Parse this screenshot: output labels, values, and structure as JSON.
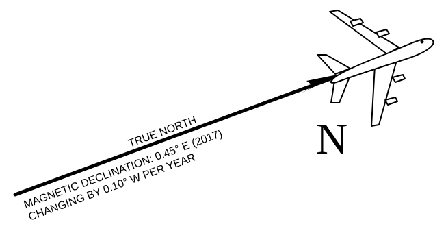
{
  "north_arrow": {
    "letter": "N",
    "line1": "TRUE NORTH",
    "line2": "MAGNETIC DECLINATION: 0.45° E (2017)",
    "line3": "CHANGING BY 0.10° W PER YEAR",
    "ink_color": "#000000",
    "background_color": "#ffffff"
  }
}
